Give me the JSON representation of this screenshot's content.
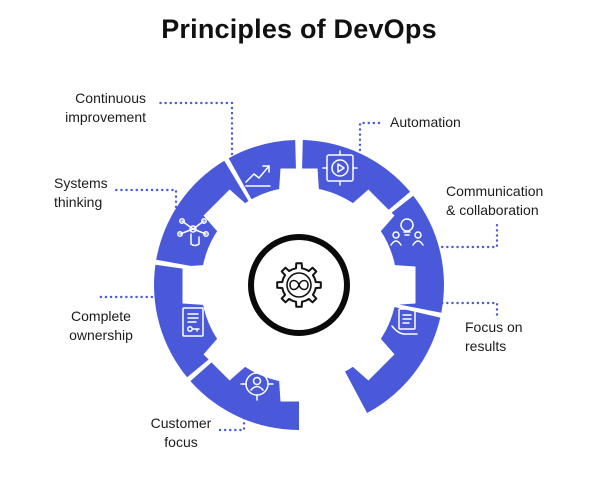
{
  "title": "Principles of DevOps",
  "colors": {
    "segment": "#4a59d9",
    "gear": "#ffffff",
    "ring": "#0a0a0a",
    "dots": "#4a59d9",
    "icon": "#ffffff"
  },
  "segments": [
    {
      "label_lines": [
        "Automation"
      ],
      "icon": "gear-play-icon"
    },
    {
      "label_lines": [
        "Communication",
        "& collaboration"
      ],
      "icon": "team-lightbulb-icon"
    },
    {
      "label_lines": [
        "Focus on",
        "results"
      ],
      "icon": "results-document-icon"
    },
    {
      "label_lines": [
        "Customer",
        "focus"
      ],
      "icon": "customer-target-icon"
    },
    {
      "label_lines": [
        "Complete",
        "ownership"
      ],
      "icon": "certificate-key-icon"
    },
    {
      "label_lines": [
        "Systems",
        "thinking"
      ],
      "icon": "network-touch-icon"
    },
    {
      "label_lines": [
        "Continuous",
        "improvement"
      ],
      "icon": "rising-chart-icon"
    }
  ],
  "center_icon": "gear-infinity-icon"
}
